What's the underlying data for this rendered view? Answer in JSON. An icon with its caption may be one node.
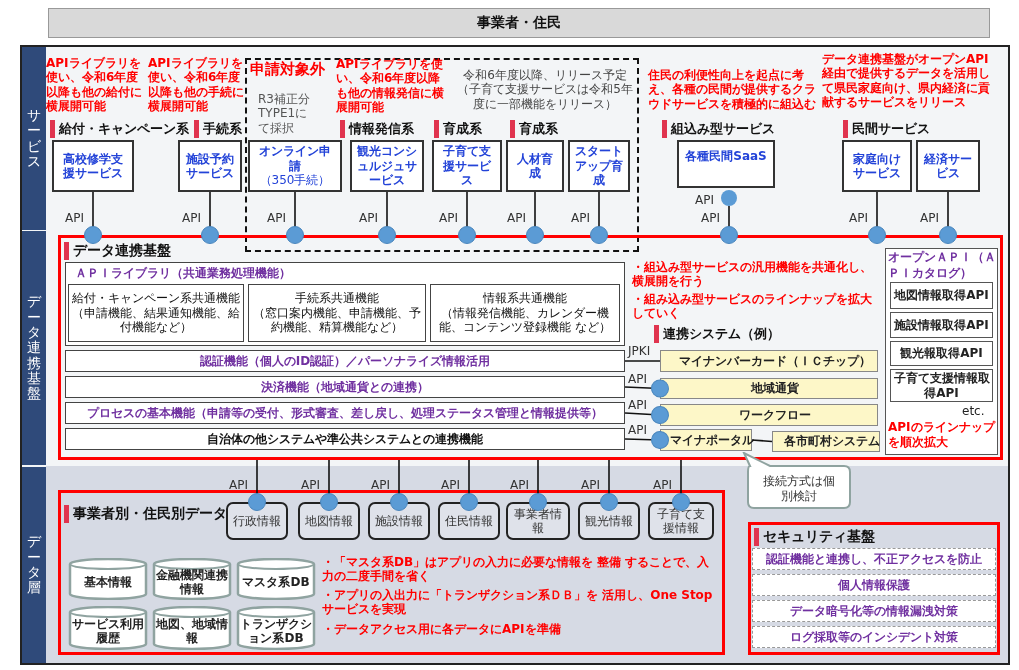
{
  "diagram": {
    "nodes": [
      {
        "text": [
          "事業者・住民"
        ]
      },
      {
        "text": [
          "サービス"
        ]
      },
      {
        "text": [
          "データ連携基盤"
        ]
      },
      {
        "text": [
          "データ層"
        ]
      },
      {
        "text": [
          "申請対象外"
        ]
      },
      {
        "text": [
          "高校修学支援サービス"
        ]
      },
      {
        "text": [
          "施設予約サービス"
        ]
      },
      {
        "text": [
          "オンライン申請",
          "（350手続）"
        ],
        "in": 4
      },
      {
        "text": [
          "観光コンシュルジュサービス"
        ],
        "in": 4
      },
      {
        "text": [
          "子育て支援サービス"
        ],
        "in": 4
      },
      {
        "text": [
          "人材育成"
        ],
        "in": 4
      },
      {
        "text": [
          "スタートアップ育成"
        ],
        "in": 4
      },
      {
        "text": [
          "各種民間SaaS"
        ]
      },
      {
        "text": [
          "家庭向けサービス"
        ]
      },
      {
        "text": [
          "経済サービス"
        ]
      },
      {
        "text": [
          "データ連携基盤"
        ]
      },
      {
        "text": [
          "ＡＰＩライブラリ（共通業務処理機能）"
        ],
        "in": 15
      },
      {
        "text": [
          "給付・キャンペーン系共通機能",
          "（申請機能、結果通知機能、給付機能など）"
        ],
        "in": 16
      },
      {
        "text": [
          "手続系共通機能",
          "（窓口案内機能、申請機能、予約機能、精算機能など）"
        ],
        "in": 16
      },
      {
        "text": [
          "情報系共通機能",
          "（情報発信機能、カレンダー機能、コンテンツ登録機能 など）"
        ],
        "in": 16
      },
      {
        "text": [
          "認証機能（個人のID認証）／パーソナライズ情報活用"
        ],
        "in": 15
      },
      {
        "text": [
          "決済機能（地域通貨との連携）"
        ],
        "in": 15
      },
      {
        "text": [
          "プロセスの基本機能（申請等の受付、形式審査、差し戻し、処理ステータス管理と情報提供等）"
        ],
        "in": 15
      },
      {
        "text": [
          "自治体の他システムや準公共システムとの連携機能"
        ],
        "in": 15
      },
      {
        "text": [
          "マイナンバーカード（ＩＣチップ）"
        ],
        "in": 15
      },
      {
        "text": [
          "地域通貨"
        ],
        "in": 15
      },
      {
        "text": [
          "ワークフロー"
        ],
        "in": 15
      },
      {
        "text": [
          "マイナポータル"
        ],
        "in": 15
      },
      {
        "text": [
          "各市町村システム"
        ],
        "in": 15
      },
      {
        "text": [
          "オープンＡＰＩ（ＡＰＩカタログ）",
          "etc.",
          "APIのラインナップを順次拡大"
        ],
        "in": 15
      },
      {
        "text": [
          "地図情報取得API"
        ],
        "in": 29
      },
      {
        "text": [
          "施設情報取得API"
        ],
        "in": 29
      },
      {
        "text": [
          "観光報取得API"
        ],
        "in": 29
      },
      {
        "text": [
          "子育て支援情報取得API"
        ],
        "in": 29
      },
      {
        "text": [
          "接続方式は個別検討"
        ]
      },
      {
        "text": [
          "事業者別・住民別データ"
        ]
      },
      {
        "text": [
          "行政情報"
        ],
        "in": 35
      },
      {
        "text": [
          "地図情報"
        ],
        "in": 35
      },
      {
        "text": [
          "施設情報"
        ],
        "in": 35
      },
      {
        "text": [
          "住民情報"
        ],
        "in": 35
      },
      {
        "text": [
          "事業者情報"
        ],
        "in": 35
      },
      {
        "text": [
          "観光情報"
        ],
        "in": 35
      },
      {
        "text": [
          "子育て支援情報"
        ],
        "in": 35
      },
      {
        "text": [
          "基本情報"
        ],
        "in": 35
      },
      {
        "text": [
          "金融機関連携情報"
        ],
        "in": 35
      },
      {
        "text": [
          "マスタ系DB"
        ],
        "in": 35
      },
      {
        "text": [
          "サービス利用履歴"
        ],
        "in": 35
      },
      {
        "text": [
          "地図、地域情報"
        ],
        "in": 35
      },
      {
        "text": [
          "トランザクション系DB"
        ],
        "in": 35
      },
      {
        "text": [
          "セキュリティ基盤"
        ]
      },
      {
        "text": [
          "認証機能と連携し、不正アクセスを防止"
        ],
        "in": 49
      },
      {
        "text": [
          "個人情報保護"
        ],
        "in": 49
      },
      {
        "text": [
          "データ暗号化等の情報漏洩対策"
        ],
        "in": 49
      },
      {
        "text": [
          "ログ採取等のインシデント対策"
        ],
        "in": 49
      },
      {
        "text": [],
        "shape": "circle",
        "beside": [
          "API"
        ]
      }
    ],
    "edges": [
      {
        "from": 5,
        "to": 15,
        "arrow": "other",
        "label": "API"
      },
      {
        "from": 6,
        "to": 15,
        "arrow": "other",
        "label": "API"
      },
      {
        "from": 7,
        "to": 15,
        "arrow": "other",
        "label": "API"
      },
      {
        "from": 8,
        "to": 15,
        "arrow": "other",
        "label": "API"
      },
      {
        "from": 9,
        "to": 15,
        "arrow": "other",
        "label": "API"
      },
      {
        "from": 10,
        "to": 15,
        "arrow": "other",
        "label": "API"
      },
      {
        "from": 11,
        "to": 15,
        "arrow": "other",
        "label": "API"
      },
      {
        "from": 54,
        "to": 15,
        "arrow": "other",
        "label": "API"
      },
      {
        "from": 13,
        "to": 15,
        "arrow": "other",
        "label": "API"
      },
      {
        "from": 14,
        "to": 15,
        "arrow": "other",
        "label": "API"
      },
      {
        "from": 20,
        "to": 24,
        "arrow": "none",
        "label": "JPKI"
      },
      {
        "from": 21,
        "to": 25,
        "arrow": "other",
        "label": "API"
      },
      {
        "from": 22,
        "to": 26,
        "arrow": "other",
        "label": "API"
      },
      {
        "from": 23,
        "to": 27,
        "arrow": "other",
        "label": "API"
      },
      {
        "from": 27,
        "to": 28,
        "arrow": "none"
      },
      {
        "from": 15,
        "to": 36,
        "arrow": "other",
        "label": "API"
      },
      {
        "from": 15,
        "to": 37,
        "arrow": "other",
        "label": "API"
      },
      {
        "from": 15,
        "to": 38,
        "arrow": "other",
        "label": "API"
      },
      {
        "from": 15,
        "to": 39,
        "arrow": "other",
        "label": "API"
      },
      {
        "from": 15,
        "to": 40,
        "arrow": "other",
        "label": "API"
      },
      {
        "from": 15,
        "to": 41,
        "arrow": "other",
        "label": "API"
      },
      {
        "from": 15,
        "to": 42,
        "arrow": "other",
        "label": "API"
      }
    ],
    "labels": [
      "APIライブラリを使い、令和6年度以降も他の給付に横展開可能",
      "APIライブラリを使い、令和6年度以降も他の手続に横展開可能",
      "R3補正分TYPE1にて採択",
      "APIライブラリを使い、令和6年度以降も他の情報発信に横展開可能",
      "令和6年度以降、リリース予定（子育て支援サービスは令和5年度に一部機能をリリース）",
      "住民の利便性向上を起点に考え、各種の民間が提供するクラウドサービスを積極的に組込む",
      "データ連携基盤がオープンAPI経由で提供するデータを活用して県民家庭向け、県内経済に貢献するサービスをリリース",
      "給付・キャンペーン系",
      "手続系",
      "情報発信系",
      "育成系",
      "育成系",
      "組込み型サービス",
      "民間サービス",
      "・組込み型サービスの汎用機能を共通化し、横展開を行う",
      "・組み込み型サービスのラインナップを拡大していく",
      "連携システム（例）",
      "・「マスタ系DB」はアプリの入力に必要な情報を 整備 することで、入力の二度手間を省く",
      "・アプリの入出力に「トランザクション系ＤＢ」を 活用し、One Stop サービスを実現",
      "・データアクセス用に各データにAPIを準備"
    ]
  }
}
